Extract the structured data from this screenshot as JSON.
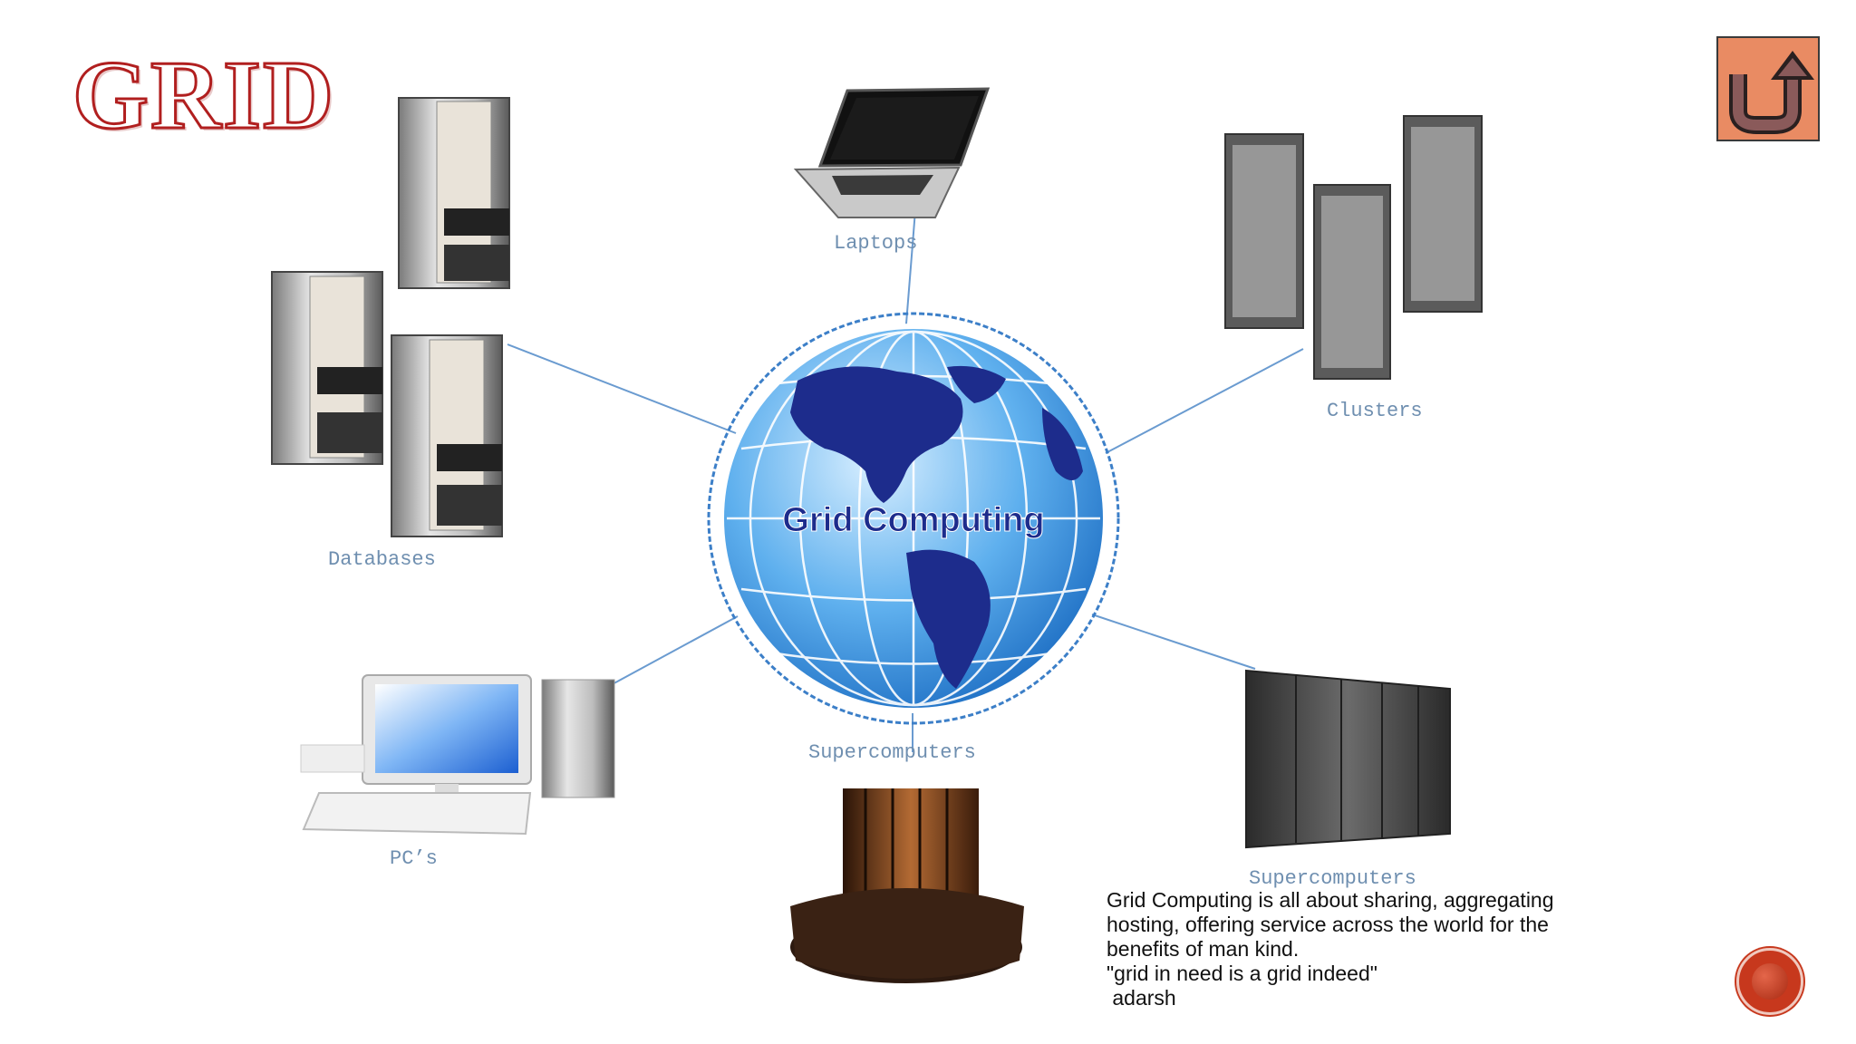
{
  "slide": {
    "title": "GRID"
  },
  "diagram": {
    "center_label": "Grid Computing",
    "nodes": {
      "databases": "Databases",
      "laptops": "Laptops",
      "clusters": "Clusters",
      "pcs": "PC’s",
      "supercomputers_left": "Supercomputers",
      "supercomputers_right": "Supercomputers"
    }
  },
  "caption": {
    "lines": [
      "Grid Computing is all about sharing, aggregating",
      "hosting, offering service across the world for the",
      "benefits of man kind.",
      "\"grid in need is a grid indeed\"",
      " adarsh"
    ]
  },
  "controls": {
    "back_icon": "return-arrow-icon",
    "next_icon": "circle-next-icon",
    "back_color": "#e98b63",
    "next_color": "#c7381d",
    "accent": "#b11f1f"
  }
}
